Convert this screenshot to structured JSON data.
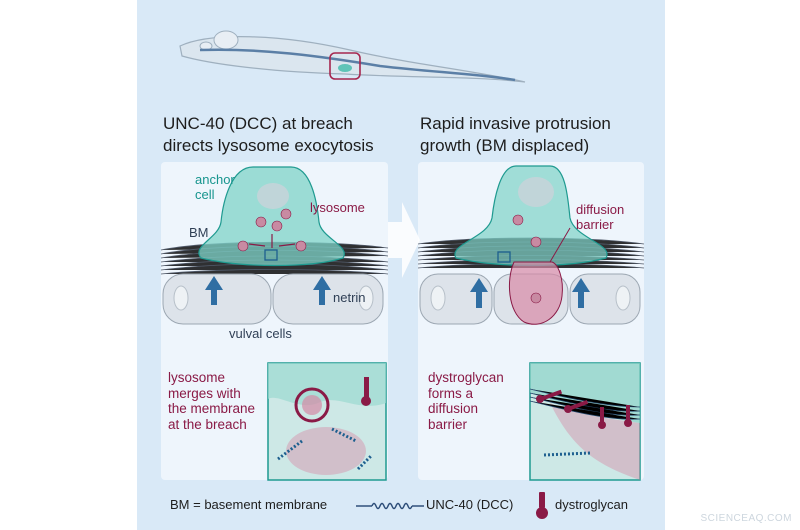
{
  "left_panel": {
    "title_line1": "UNC-40 (DCC) at breach",
    "title_line2": "directs lysosome exocytosis",
    "labels": {
      "anchor_line1": "anchor",
      "anchor_line2": "cell",
      "lysosome": "lysosome",
      "bm": "BM",
      "netrin": "netrin",
      "vulval": "vulval cells"
    },
    "inset_text": [
      "lysosome",
      "merges with",
      "the membrane",
      "at the breach"
    ]
  },
  "right_panel": {
    "title_line1": "Rapid invasive protrusion",
    "title_line2": "growth (BM displaced)",
    "labels": {
      "diffusion_line1": "diffusion",
      "diffusion_line2": "barrier"
    },
    "inset_text": [
      "dystroglycan",
      "forms a",
      "diffusion",
      "barrier"
    ]
  },
  "legend": {
    "bm": "BM = basement membrane",
    "unc40": "UNC-40 (DCC)",
    "dystroglycan": "dystroglycan"
  },
  "watermark": "SCIENCEAQ.COM",
  "colors": {
    "panel_bg": "#d9e9f7",
    "teal": "#17958e",
    "maroon": "#8a1a46",
    "blue_arrow": "#2f6ea3"
  }
}
